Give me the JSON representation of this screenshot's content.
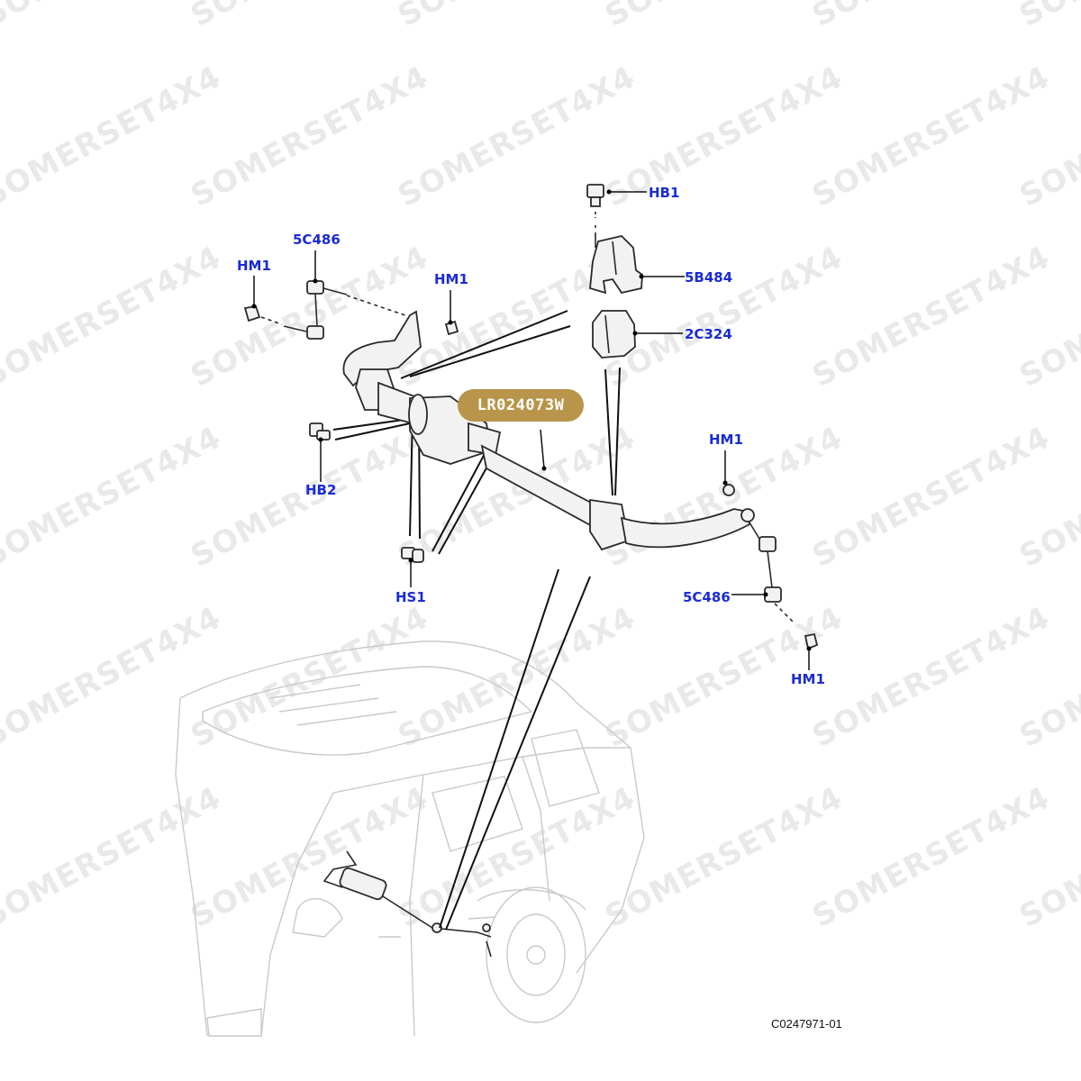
{
  "watermark": {
    "text": "SOMERSET4X4"
  },
  "part_badge": {
    "label": "LR024073W"
  },
  "callouts": {
    "hb1": "HB1",
    "5b484": "5B484",
    "2c324": "2C324",
    "5c486_left": "5C486",
    "hm1_left": "HM1",
    "hm1_center": "HM1",
    "hb2": "HB2",
    "hs1": "HS1",
    "hm1_right": "HM1",
    "5c486_right": "5C486",
    "hm1_bottom": "HM1"
  },
  "diagram_code": "C0247971-01",
  "colors": {
    "callout": "#1a2bd6",
    "badge": "#b8954a",
    "watermark": "#e9e9e9"
  }
}
